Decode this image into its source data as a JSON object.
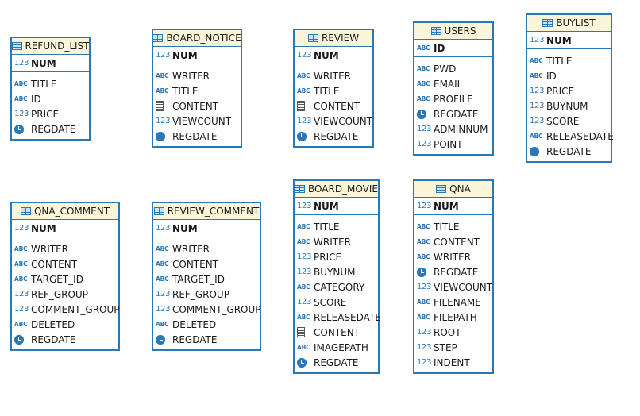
{
  "entities": [
    {
      "name": "REFUND_LIST",
      "pk": {
        "type": "num",
        "name": "NUM"
      },
      "columns": [
        {
          "type": "abc",
          "name": "TITLE"
        },
        {
          "type": "abc",
          "name": "ID"
        },
        {
          "type": "num",
          "name": "PRICE"
        },
        {
          "type": "date",
          "name": "REGDATE"
        }
      ]
    },
    {
      "name": "BOARD_NOTICE",
      "pk": {
        "type": "num",
        "name": "NUM"
      },
      "columns": [
        {
          "type": "abc",
          "name": "WRITER"
        },
        {
          "type": "abc",
          "name": "TITLE"
        },
        {
          "type": "text",
          "name": "CONTENT"
        },
        {
          "type": "num",
          "name": "VIEWCOUNT"
        },
        {
          "type": "date",
          "name": "REGDATE"
        }
      ]
    },
    {
      "name": "REVIEW",
      "pk": {
        "type": "num",
        "name": "NUM"
      },
      "columns": [
        {
          "type": "abc",
          "name": "WRITER"
        },
        {
          "type": "abc",
          "name": "TITLE"
        },
        {
          "type": "text",
          "name": "CONTENT"
        },
        {
          "type": "num",
          "name": "VIEWCOUNT"
        },
        {
          "type": "date",
          "name": "REGDATE"
        }
      ]
    },
    {
      "name": "USERS",
      "pk": {
        "type": "abc",
        "name": "ID"
      },
      "columns": [
        {
          "type": "abc",
          "name": "PWD"
        },
        {
          "type": "abc",
          "name": "EMAIL"
        },
        {
          "type": "abc",
          "name": "PROFILE"
        },
        {
          "type": "date",
          "name": "REGDATE"
        },
        {
          "type": "num",
          "name": "ADMINNUM"
        },
        {
          "type": "num",
          "name": "POINT"
        }
      ]
    },
    {
      "name": "BUYLIST",
      "pk": {
        "type": "num",
        "name": "NUM"
      },
      "columns": [
        {
          "type": "abc",
          "name": "TITLE"
        },
        {
          "type": "abc",
          "name": "ID"
        },
        {
          "type": "num",
          "name": "PRICE"
        },
        {
          "type": "num",
          "name": "BUYNUM"
        },
        {
          "type": "num",
          "name": "SCORE"
        },
        {
          "type": "abc",
          "name": "RELEASEDATE"
        },
        {
          "type": "date",
          "name": "REGDATE"
        }
      ]
    },
    {
      "name": "QNA_COMMENT",
      "pk": {
        "type": "num",
        "name": "NUM"
      },
      "columns": [
        {
          "type": "abc",
          "name": "WRITER"
        },
        {
          "type": "abc",
          "name": "CONTENT"
        },
        {
          "type": "abc",
          "name": "TARGET_ID"
        },
        {
          "type": "num",
          "name": "REF_GROUP"
        },
        {
          "type": "num",
          "name": "COMMENT_GROUP"
        },
        {
          "type": "abc",
          "name": "DELETED"
        },
        {
          "type": "date",
          "name": "REGDATE"
        }
      ]
    },
    {
      "name": "REVIEW_COMMENT",
      "pk": {
        "type": "num",
        "name": "NUM"
      },
      "columns": [
        {
          "type": "abc",
          "name": "WRITER"
        },
        {
          "type": "abc",
          "name": "CONTENT"
        },
        {
          "type": "abc",
          "name": "TARGET_ID"
        },
        {
          "type": "num",
          "name": "REF_GROUP"
        },
        {
          "type": "num",
          "name": "COMMENT_GROUP"
        },
        {
          "type": "abc",
          "name": "DELETED"
        },
        {
          "type": "date",
          "name": "REGDATE"
        }
      ]
    },
    {
      "name": "BOARD_MOVIE",
      "pk": {
        "type": "num",
        "name": "NUM"
      },
      "columns": [
        {
          "type": "abc",
          "name": "TITLE"
        },
        {
          "type": "abc",
          "name": "WRITER"
        },
        {
          "type": "num",
          "name": "PRICE"
        },
        {
          "type": "num",
          "name": "BUYNUM"
        },
        {
          "type": "abc",
          "name": "CATEGORY"
        },
        {
          "type": "num",
          "name": "SCORE"
        },
        {
          "type": "abc",
          "name": "RELEASEDATE"
        },
        {
          "type": "text",
          "name": "CONTENT"
        },
        {
          "type": "abc",
          "name": "IMAGEPATH"
        },
        {
          "type": "date",
          "name": "REGDATE"
        }
      ]
    },
    {
      "name": "QNA",
      "pk": {
        "type": "num",
        "name": "NUM"
      },
      "columns": [
        {
          "type": "abc",
          "name": "TITLE"
        },
        {
          "type": "abc",
          "name": "CONTENT"
        },
        {
          "type": "abc",
          "name": "WRITER"
        },
        {
          "type": "date",
          "name": "REGDATE"
        },
        {
          "type": "num",
          "name": "VIEWCOUNT"
        },
        {
          "type": "abc",
          "name": "FILENAME"
        },
        {
          "type": "abc",
          "name": "FILEPATH"
        },
        {
          "type": "num",
          "name": "ROOT"
        },
        {
          "type": "num",
          "name": "STEP"
        },
        {
          "type": "num",
          "name": "INDENT"
        }
      ]
    }
  ],
  "type_badges": {
    "abc": "ABC",
    "num": "123"
  }
}
